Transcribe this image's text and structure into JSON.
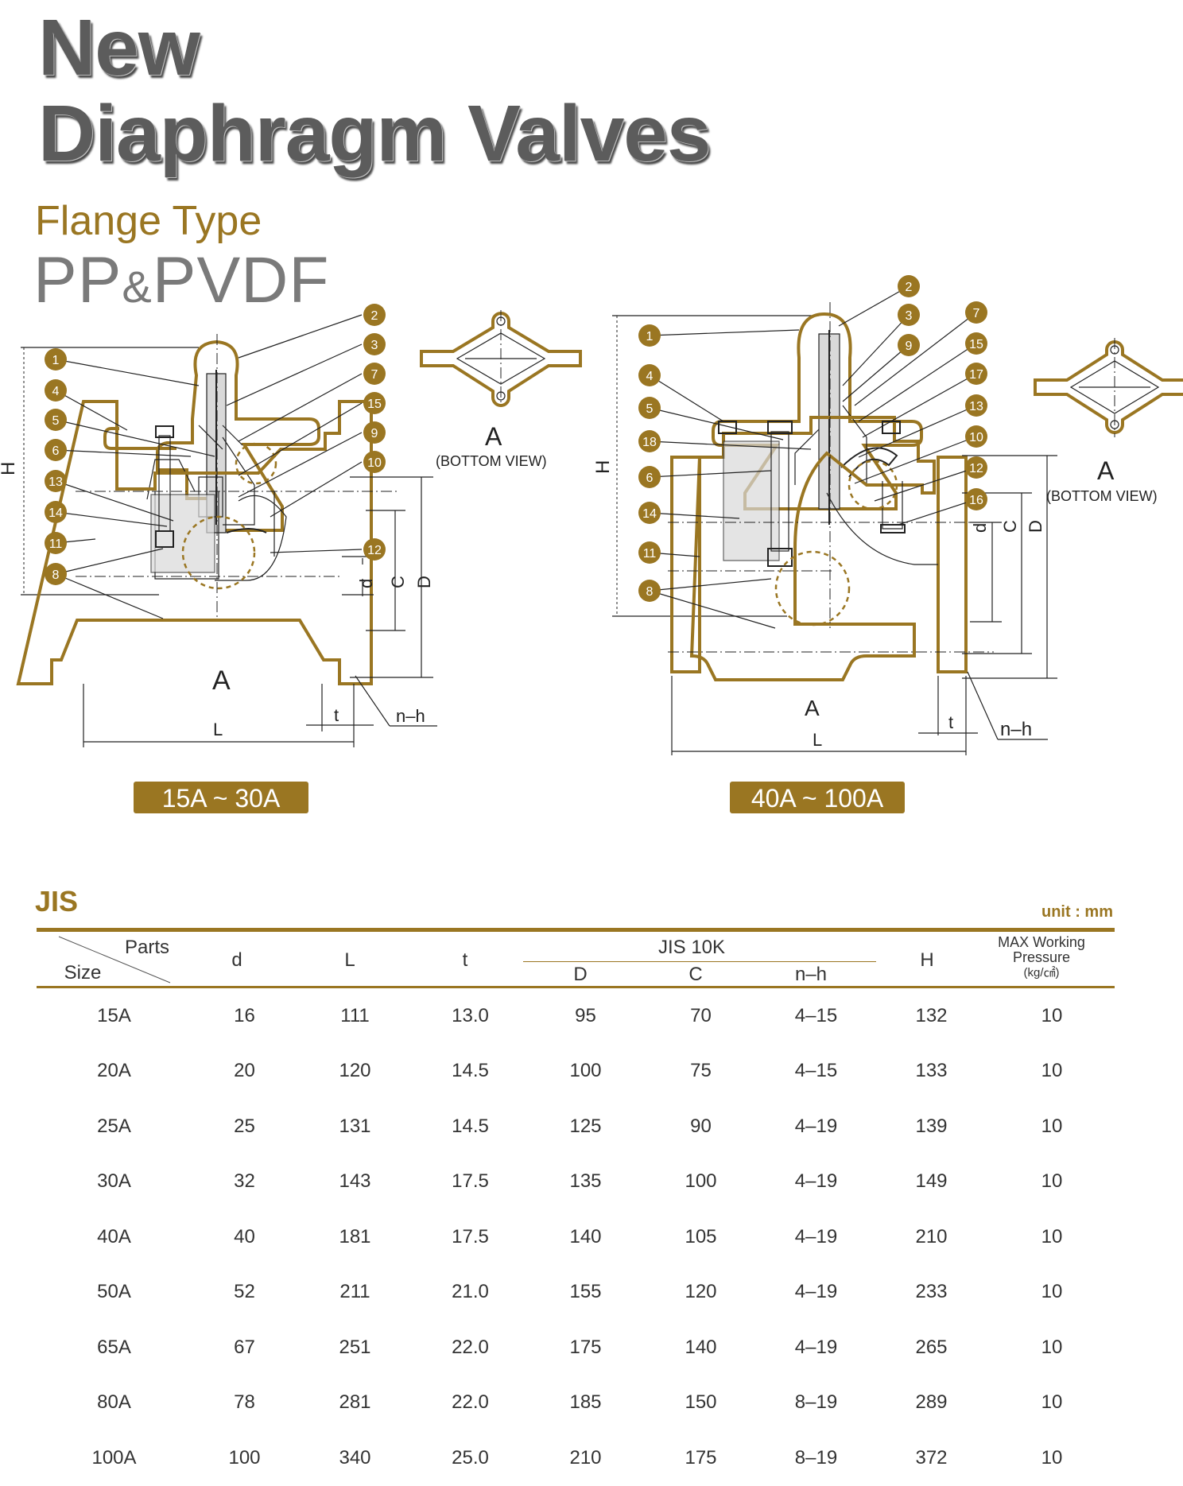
{
  "title": {
    "line1": "New",
    "line2": "Diaphragm Valves"
  },
  "subtitle": {
    "type": "Flange Type",
    "material_a": "PP",
    "amp": "&",
    "material_b": "PVDF"
  },
  "drawing_small": {
    "badge": "15A ~ 30A",
    "view_label": "A",
    "view_caption": "(BOTTOM VIEW)",
    "section_label": "A",
    "dims": {
      "H": "H",
      "L": "L",
      "t": "t",
      "nh": "n–h",
      "d": "d",
      "C": "C",
      "D": "D"
    },
    "callouts": [
      "1",
      "4",
      "5",
      "6",
      "13",
      "14",
      "11",
      "8",
      "2",
      "3",
      "7",
      "15",
      "9",
      "10",
      "12"
    ]
  },
  "drawing_large": {
    "badge": "40A ~ 100A",
    "view_label": "A",
    "view_caption": "(BOTTOM VIEW)",
    "section_label": "A",
    "dims": {
      "H": "H",
      "L": "L",
      "t": "t",
      "nh": "n–h",
      "d": "d",
      "C": "C",
      "D": "D"
    },
    "callouts": [
      "1",
      "4",
      "5",
      "18",
      "6",
      "14",
      "11",
      "8",
      "2",
      "3",
      "9",
      "7",
      "15",
      "17",
      "13",
      "10",
      "12",
      "16"
    ]
  },
  "table": {
    "standard": "JIS",
    "unit": "unit : mm",
    "headers": {
      "parts": "Parts",
      "size": "Size",
      "d": "d",
      "L": "L",
      "t": "t",
      "group": "JIS 10K",
      "D": "D",
      "C": "C",
      "nh": "n–h",
      "H": "H",
      "pressure_line1": "MAX Working",
      "pressure_line2": "Pressure",
      "pressure_unit": "(kg/㎠)"
    },
    "rows": [
      [
        "15A",
        "16",
        "111",
        "13.0",
        "95",
        "70",
        "4–15",
        "132",
        "10"
      ],
      [
        "20A",
        "20",
        "120",
        "14.5",
        "100",
        "75",
        "4–15",
        "133",
        "10"
      ],
      [
        "25A",
        "25",
        "131",
        "14.5",
        "125",
        "90",
        "4–19",
        "139",
        "10"
      ],
      [
        "30A",
        "32",
        "143",
        "17.5",
        "135",
        "100",
        "4–19",
        "149",
        "10"
      ],
      [
        "40A",
        "40",
        "181",
        "17.5",
        "140",
        "105",
        "4–19",
        "210",
        "10"
      ],
      [
        "50A",
        "52",
        "211",
        "21.0",
        "155",
        "120",
        "4–19",
        "233",
        "10"
      ],
      [
        "65A",
        "67",
        "251",
        "22.0",
        "175",
        "140",
        "4–19",
        "265",
        "10"
      ],
      [
        "80A",
        "78",
        "281",
        "22.0",
        "185",
        "150",
        "8–19",
        "289",
        "10"
      ],
      [
        "100A",
        "100",
        "340",
        "25.0",
        "210",
        "175",
        "8–19",
        "372",
        "10"
      ]
    ]
  },
  "colors": {
    "accent": "#9a7622",
    "title_gray": "#5c5c5c",
    "callout_fill": "#9a7622"
  }
}
